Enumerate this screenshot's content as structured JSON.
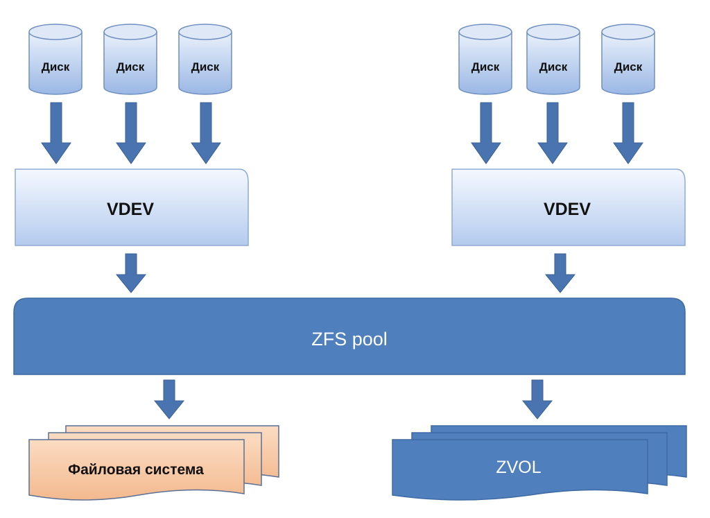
{
  "disk_label": "Диск",
  "vdev_left": "VDEV",
  "vdev_right": "VDEV",
  "pool_label": "ZFS pool",
  "filesystem_label": "Файловая система",
  "zvol_label": "ZVOL",
  "colors": {
    "disk_fill_top": "#e6eefa",
    "disk_fill_bottom": "#9fbbe6",
    "vdev_fill_top": "#f4f8fe",
    "vdev_fill_bottom": "#b7cdee",
    "arrow": "#4a74b0",
    "pool": "#4f7fbc",
    "fs": "#f7c7a2",
    "zvol": "#4f7fbc"
  }
}
